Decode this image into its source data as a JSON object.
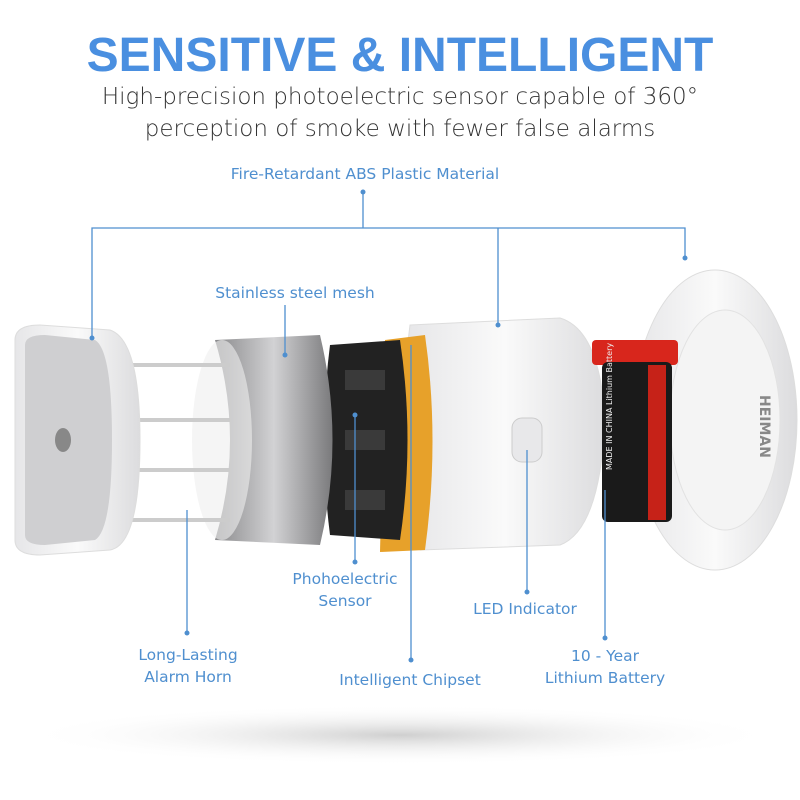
{
  "headline": "SENSITIVE & INTELLIGENT",
  "subtitle": {
    "line1": "High-precision photoelectric sensor capable of 360°",
    "line2": "perception of smoke with fewer false alarms"
  },
  "callouts": {
    "material": "Fire-Retardant ABS Plastic Material",
    "mesh": "Stainless steel mesh",
    "sensor_line1": "Phohoelectric",
    "sensor_line2": "Sensor",
    "horn_line1": "Long-Lasting",
    "horn_line2": "Alarm Horn",
    "chipset": "Intelligent Chipset",
    "led": "LED Indicator",
    "battery_line1": "10 - Year",
    "battery_line2": "Lithium Battery"
  },
  "product": {
    "brand_logo": "HEIMAN",
    "battery_print": "MADE IN CHINA Lithium Battery"
  },
  "colors": {
    "accent": "#4a8fe0",
    "callout": "#4f8fcf",
    "battery_red": "#d8261c"
  }
}
